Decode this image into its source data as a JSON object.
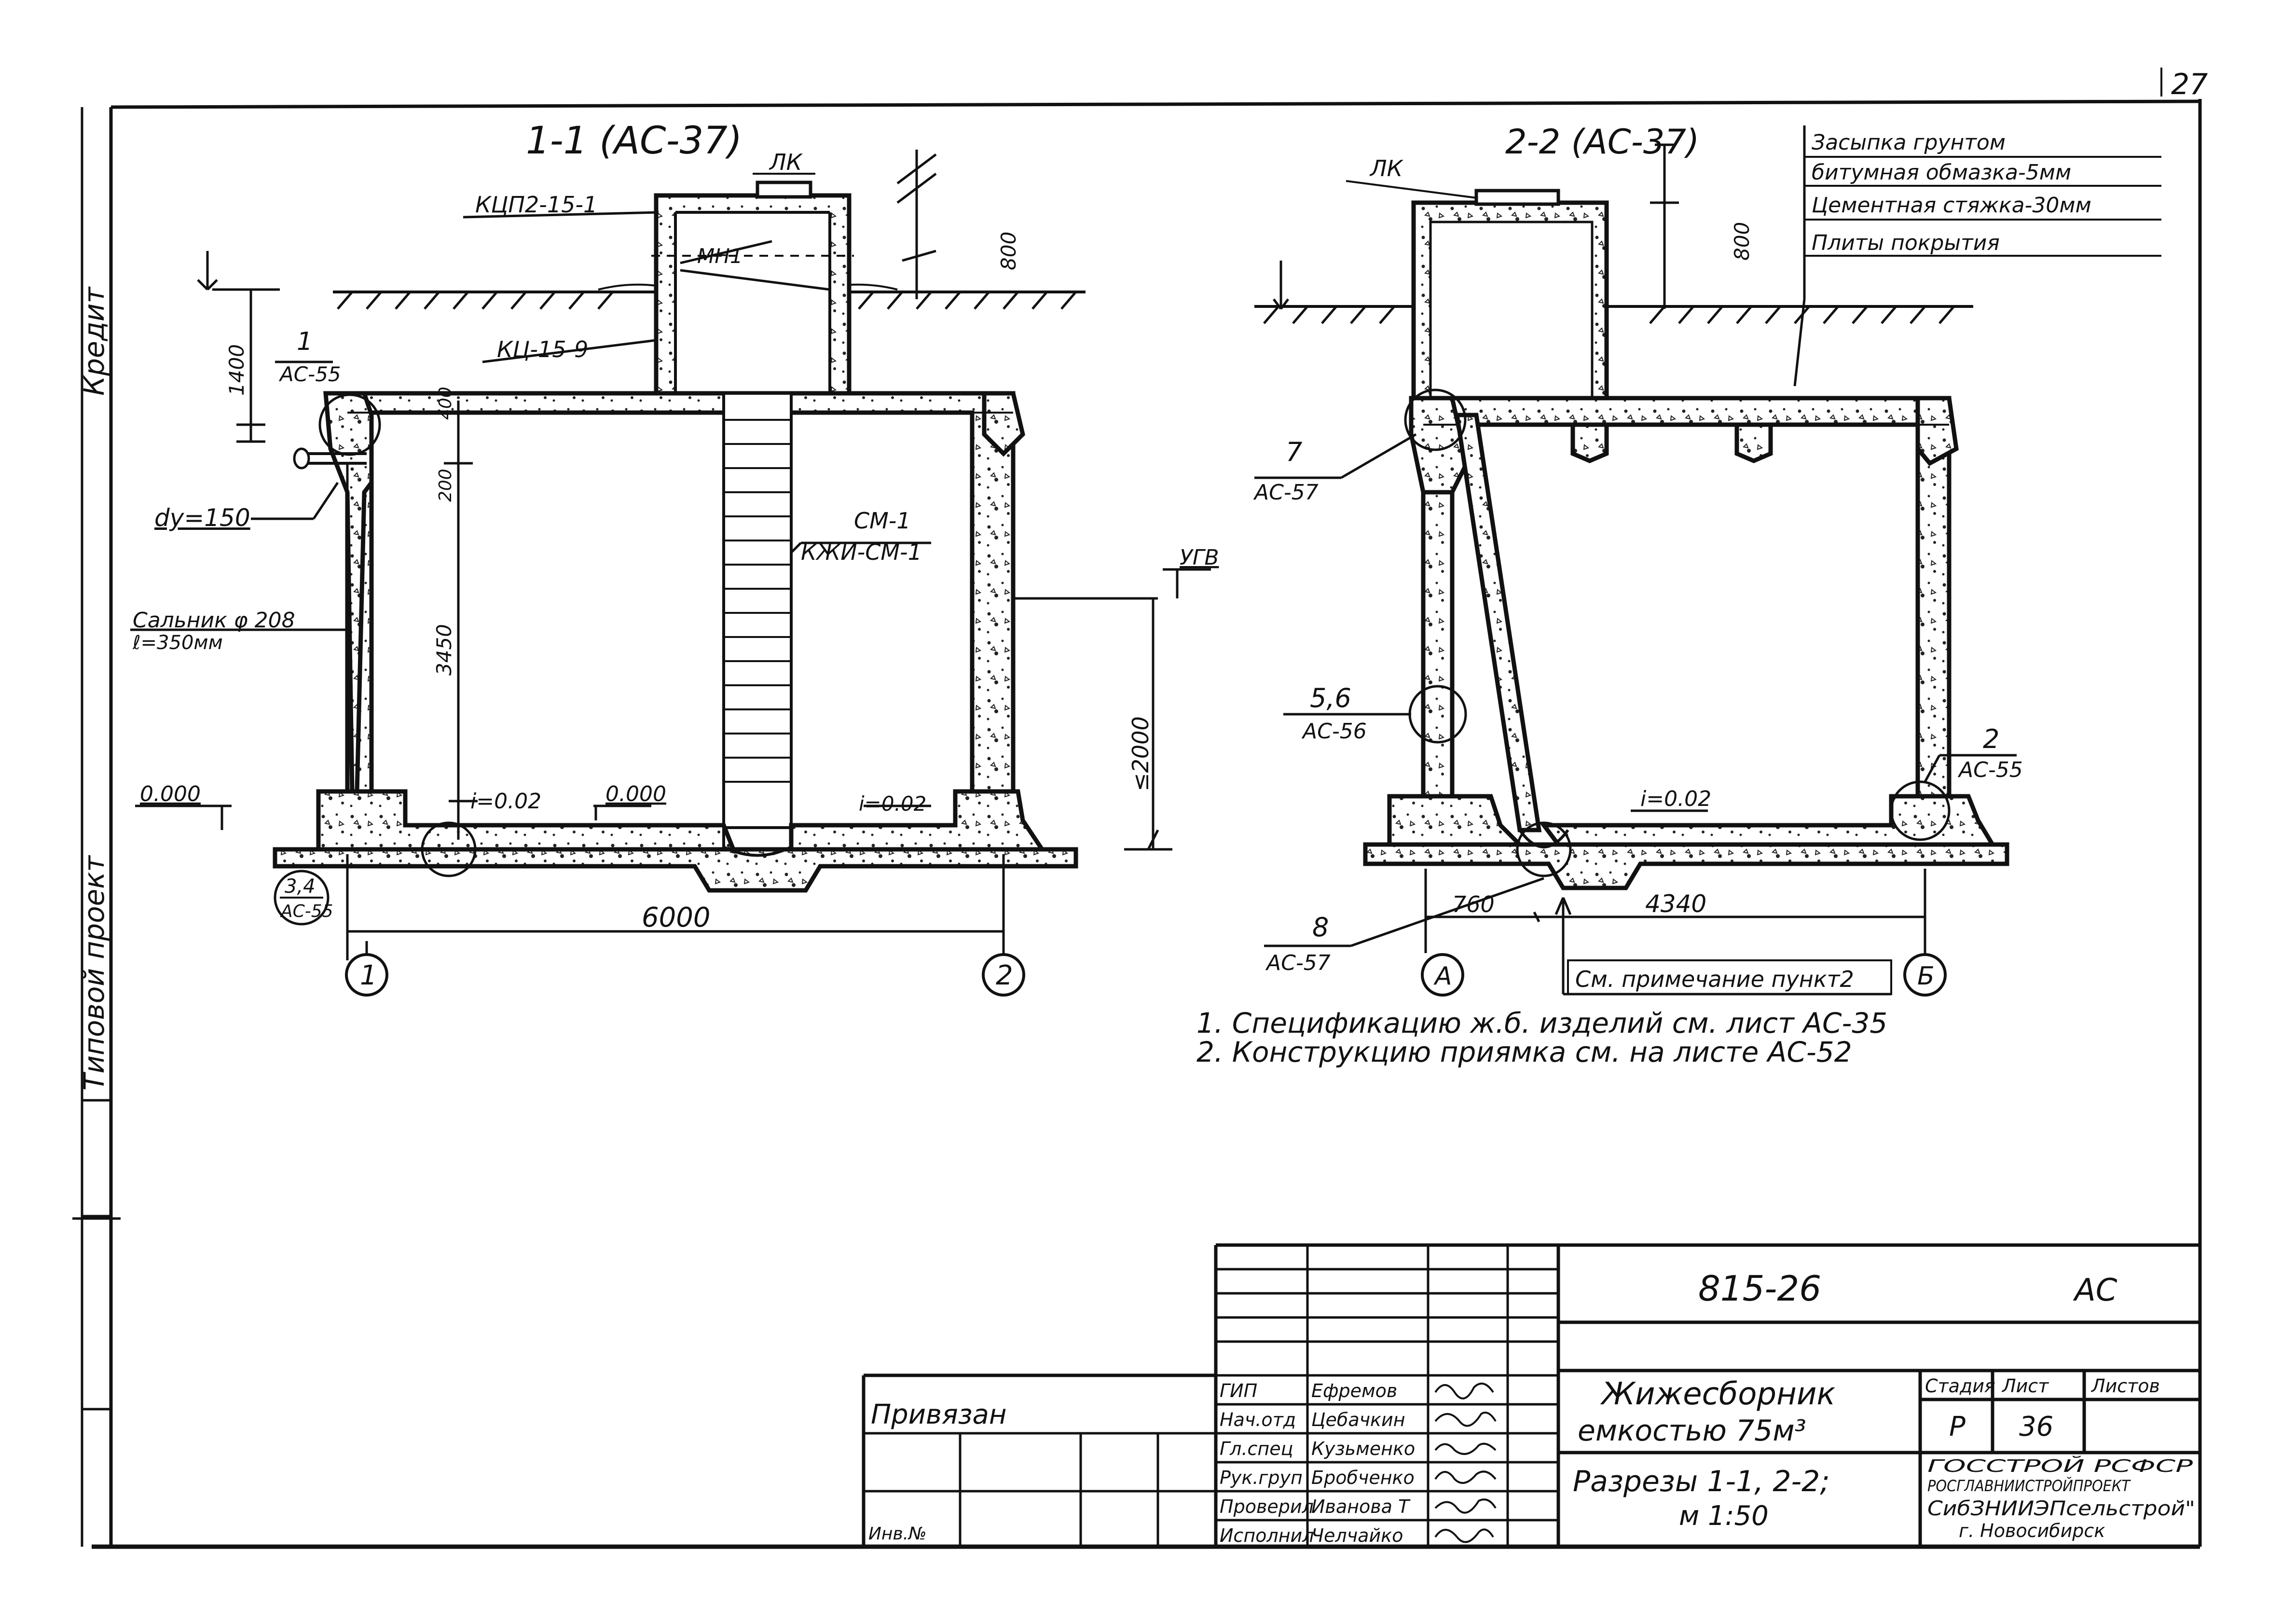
{
  "sheet_corner_mark": "27",
  "left_margin_text": [
    "Типовой проект",
    "Кредит"
  ],
  "section_1": {
    "title": "1-1 (АС-37)",
    "hatch_label": "ЛК",
    "labels": {
      "kcp": "КЦП2-15-1",
      "mn": "МН1",
      "kc": "КЦ-15-9",
      "node1_num": "1",
      "node1_ref": "АС-55",
      "pipe": "dy=150",
      "gland_1": "Сальник φ 208",
      "gland_2": "ℓ=350мм",
      "stair_1": "СМ-1",
      "stair_2": "КЖИ-СМ-1",
      "gw": "УГВ",
      "zero_left": "0.000",
      "zero_mid": "0.000",
      "slope_left": "i=0.02",
      "slope_right": "i=0.02",
      "node34_num": "3,4",
      "node34_ref": "АС-55",
      "axis_1": "1",
      "axis_2": "2"
    },
    "dims": {
      "d_800": "800",
      "d_1400": "1400",
      "d_400": "400",
      "d_200": "200",
      "d_3450": "3450",
      "d_2000": "≤2000",
      "d_6000": "6000"
    }
  },
  "section_2": {
    "title": "2-2 (АС-37)",
    "hatch_label": "ЛК",
    "layers": [
      "Засыпка грунтом",
      "битумная обмазка-5мм",
      "Цементная стяжка-30мм",
      "Плиты покрытия"
    ],
    "labels": {
      "n7_num": "7",
      "n7_ref": "АС-57",
      "n56_num": "5,6",
      "n56_ref": "АС-56",
      "n2_num": "2",
      "n2_ref": "АС-55",
      "n8_num": "8",
      "n8_ref": "АС-57",
      "slope": "i=0.02",
      "axis_a": "А",
      "axis_b": "Б",
      "note_ref": "См. примечание пункт2"
    },
    "dims": {
      "d_800": "800",
      "d_760": "760",
      "d_4340": "4340"
    }
  },
  "notes": [
    "1. Спецификацию ж.б. изделий см. лист АС-35",
    "2. Конструкцию приямка см. на листе АС-52"
  ],
  "title_block": {
    "project_code": "815-26",
    "mark": "АС",
    "privyazan": "Привязан",
    "inv_no": "Инв.№",
    "roles": [
      "ГИП",
      "Нач.отд",
      "Гл.спец",
      "Рук.груп",
      "Проверил",
      "Исполнил"
    ],
    "names": [
      "Ефремов",
      "Цебачкин",
      "Кузьменко",
      "Бробченко",
      "Иванова Т",
      "Челчайко"
    ],
    "object_title": [
      "Жижесборник",
      "емкостью 75м³"
    ],
    "sheet_title": [
      "Разрезы 1-1, 2-2;",
      "м 1:50"
    ],
    "col_headers": [
      "Стадия",
      "Лист",
      "Листов"
    ],
    "stage": "Р",
    "sheet_no": "36",
    "sheets_total": "",
    "org": [
      "ГОССТРОЙ РСФСР",
      "РОСГЛАВНИИСТРОЙПРОЕКТ",
      "СибЗНИИЭПсельстрой\"",
      "г. Новосибирск"
    ]
  }
}
